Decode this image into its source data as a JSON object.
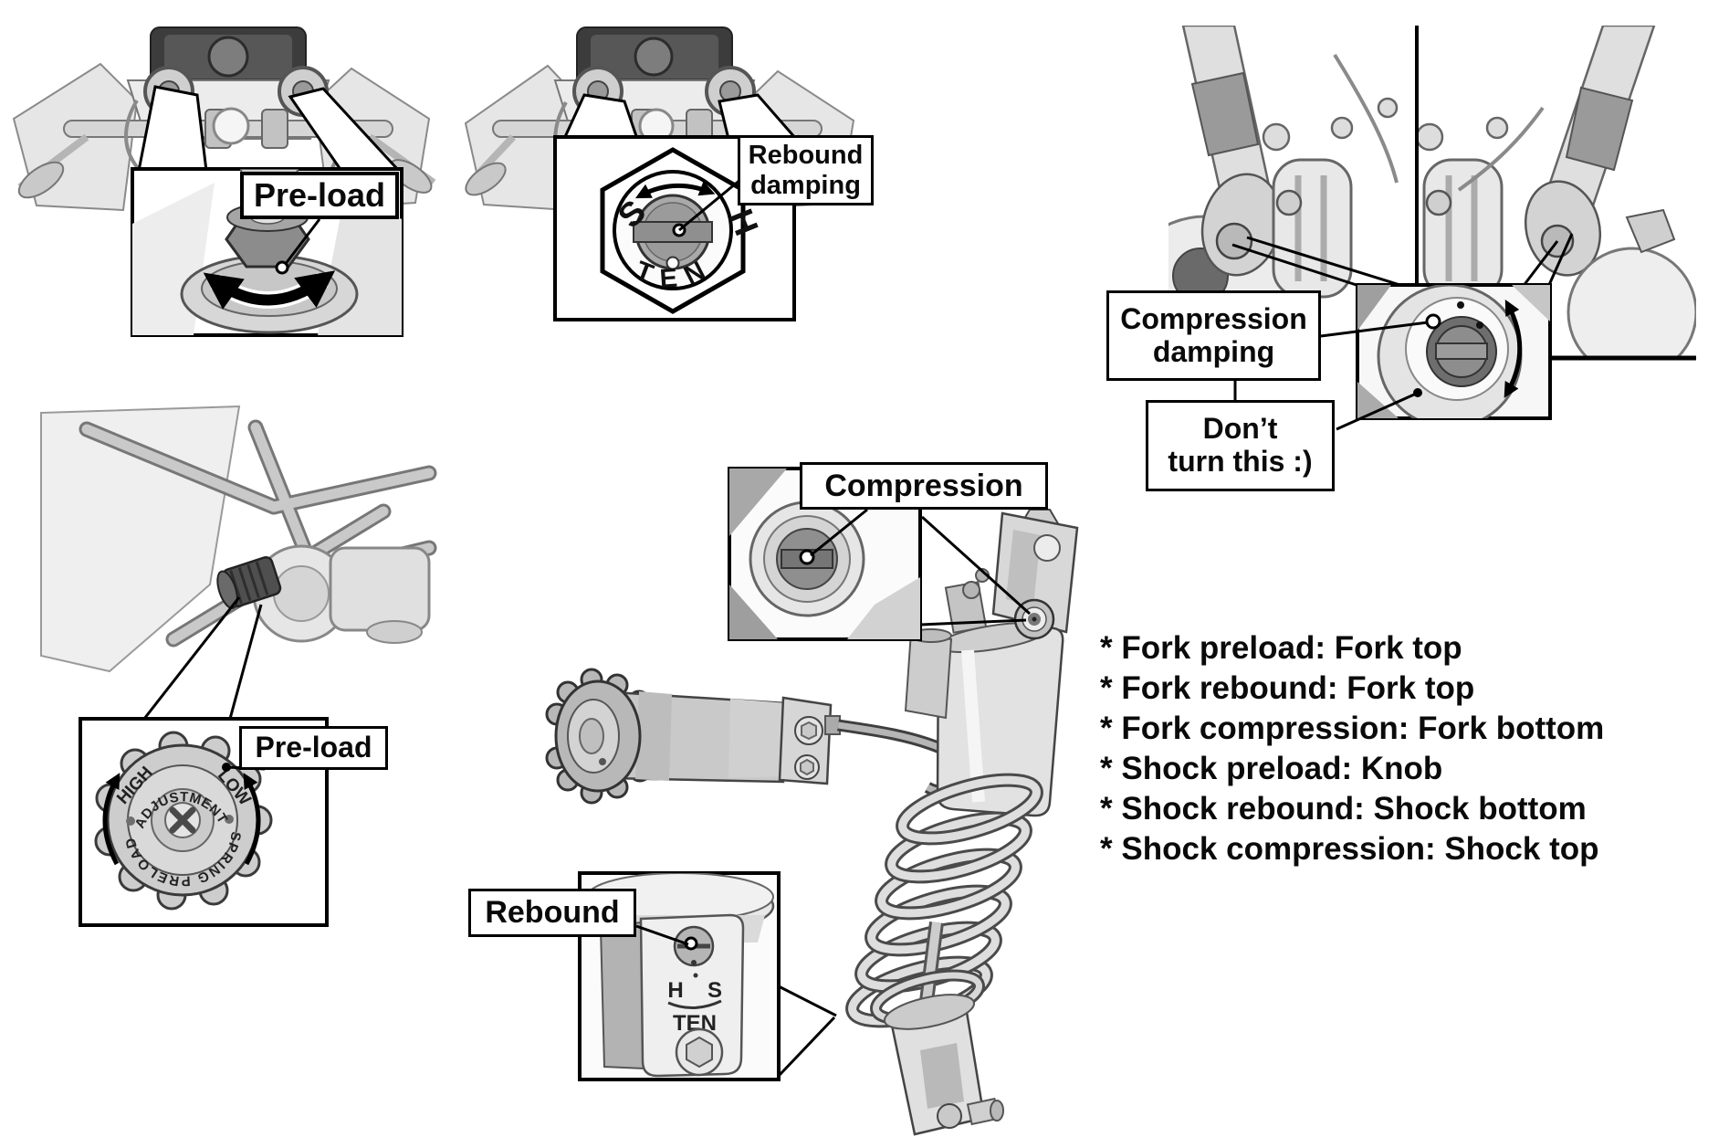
{
  "canvas": {
    "background": "#ffffff",
    "ink": "#000000"
  },
  "callouts": {
    "fork_preload": {
      "label": "Pre-load"
    },
    "fork_rebound": {
      "line1": "Rebound",
      "line2": "damping"
    },
    "fork_compression": {
      "line1": "Compression",
      "line2": "damping"
    },
    "fork_compression_note": {
      "line1": "Don’t",
      "line2": "turn this :)"
    },
    "shock_compression": {
      "label": "Compression"
    },
    "shock_preload": {
      "label": "Pre-load"
    },
    "shock_rebound": {
      "label": "Rebound"
    }
  },
  "adjusters": {
    "fork_rebound_cap": {
      "left": "S",
      "right": "H",
      "bottom": "TEN"
    },
    "shock_preload_knob": {
      "top": "ADJUSTMENT",
      "left": "HIGH",
      "right": "LOW",
      "bottom": "SPRING PRELOAD"
    },
    "shock_rebound_clevis": {
      "left": "H",
      "right": "S",
      "bottom": "TEN"
    }
  },
  "legend": {
    "items": [
      "* Fork preload: Fork top",
      "* Fork rebound: Fork top",
      "* Fork compression: Fork bottom",
      "* Shock preload: Knob",
      "* Shock rebound: Shock bottom",
      "* Shock compression: Shock top"
    ]
  }
}
